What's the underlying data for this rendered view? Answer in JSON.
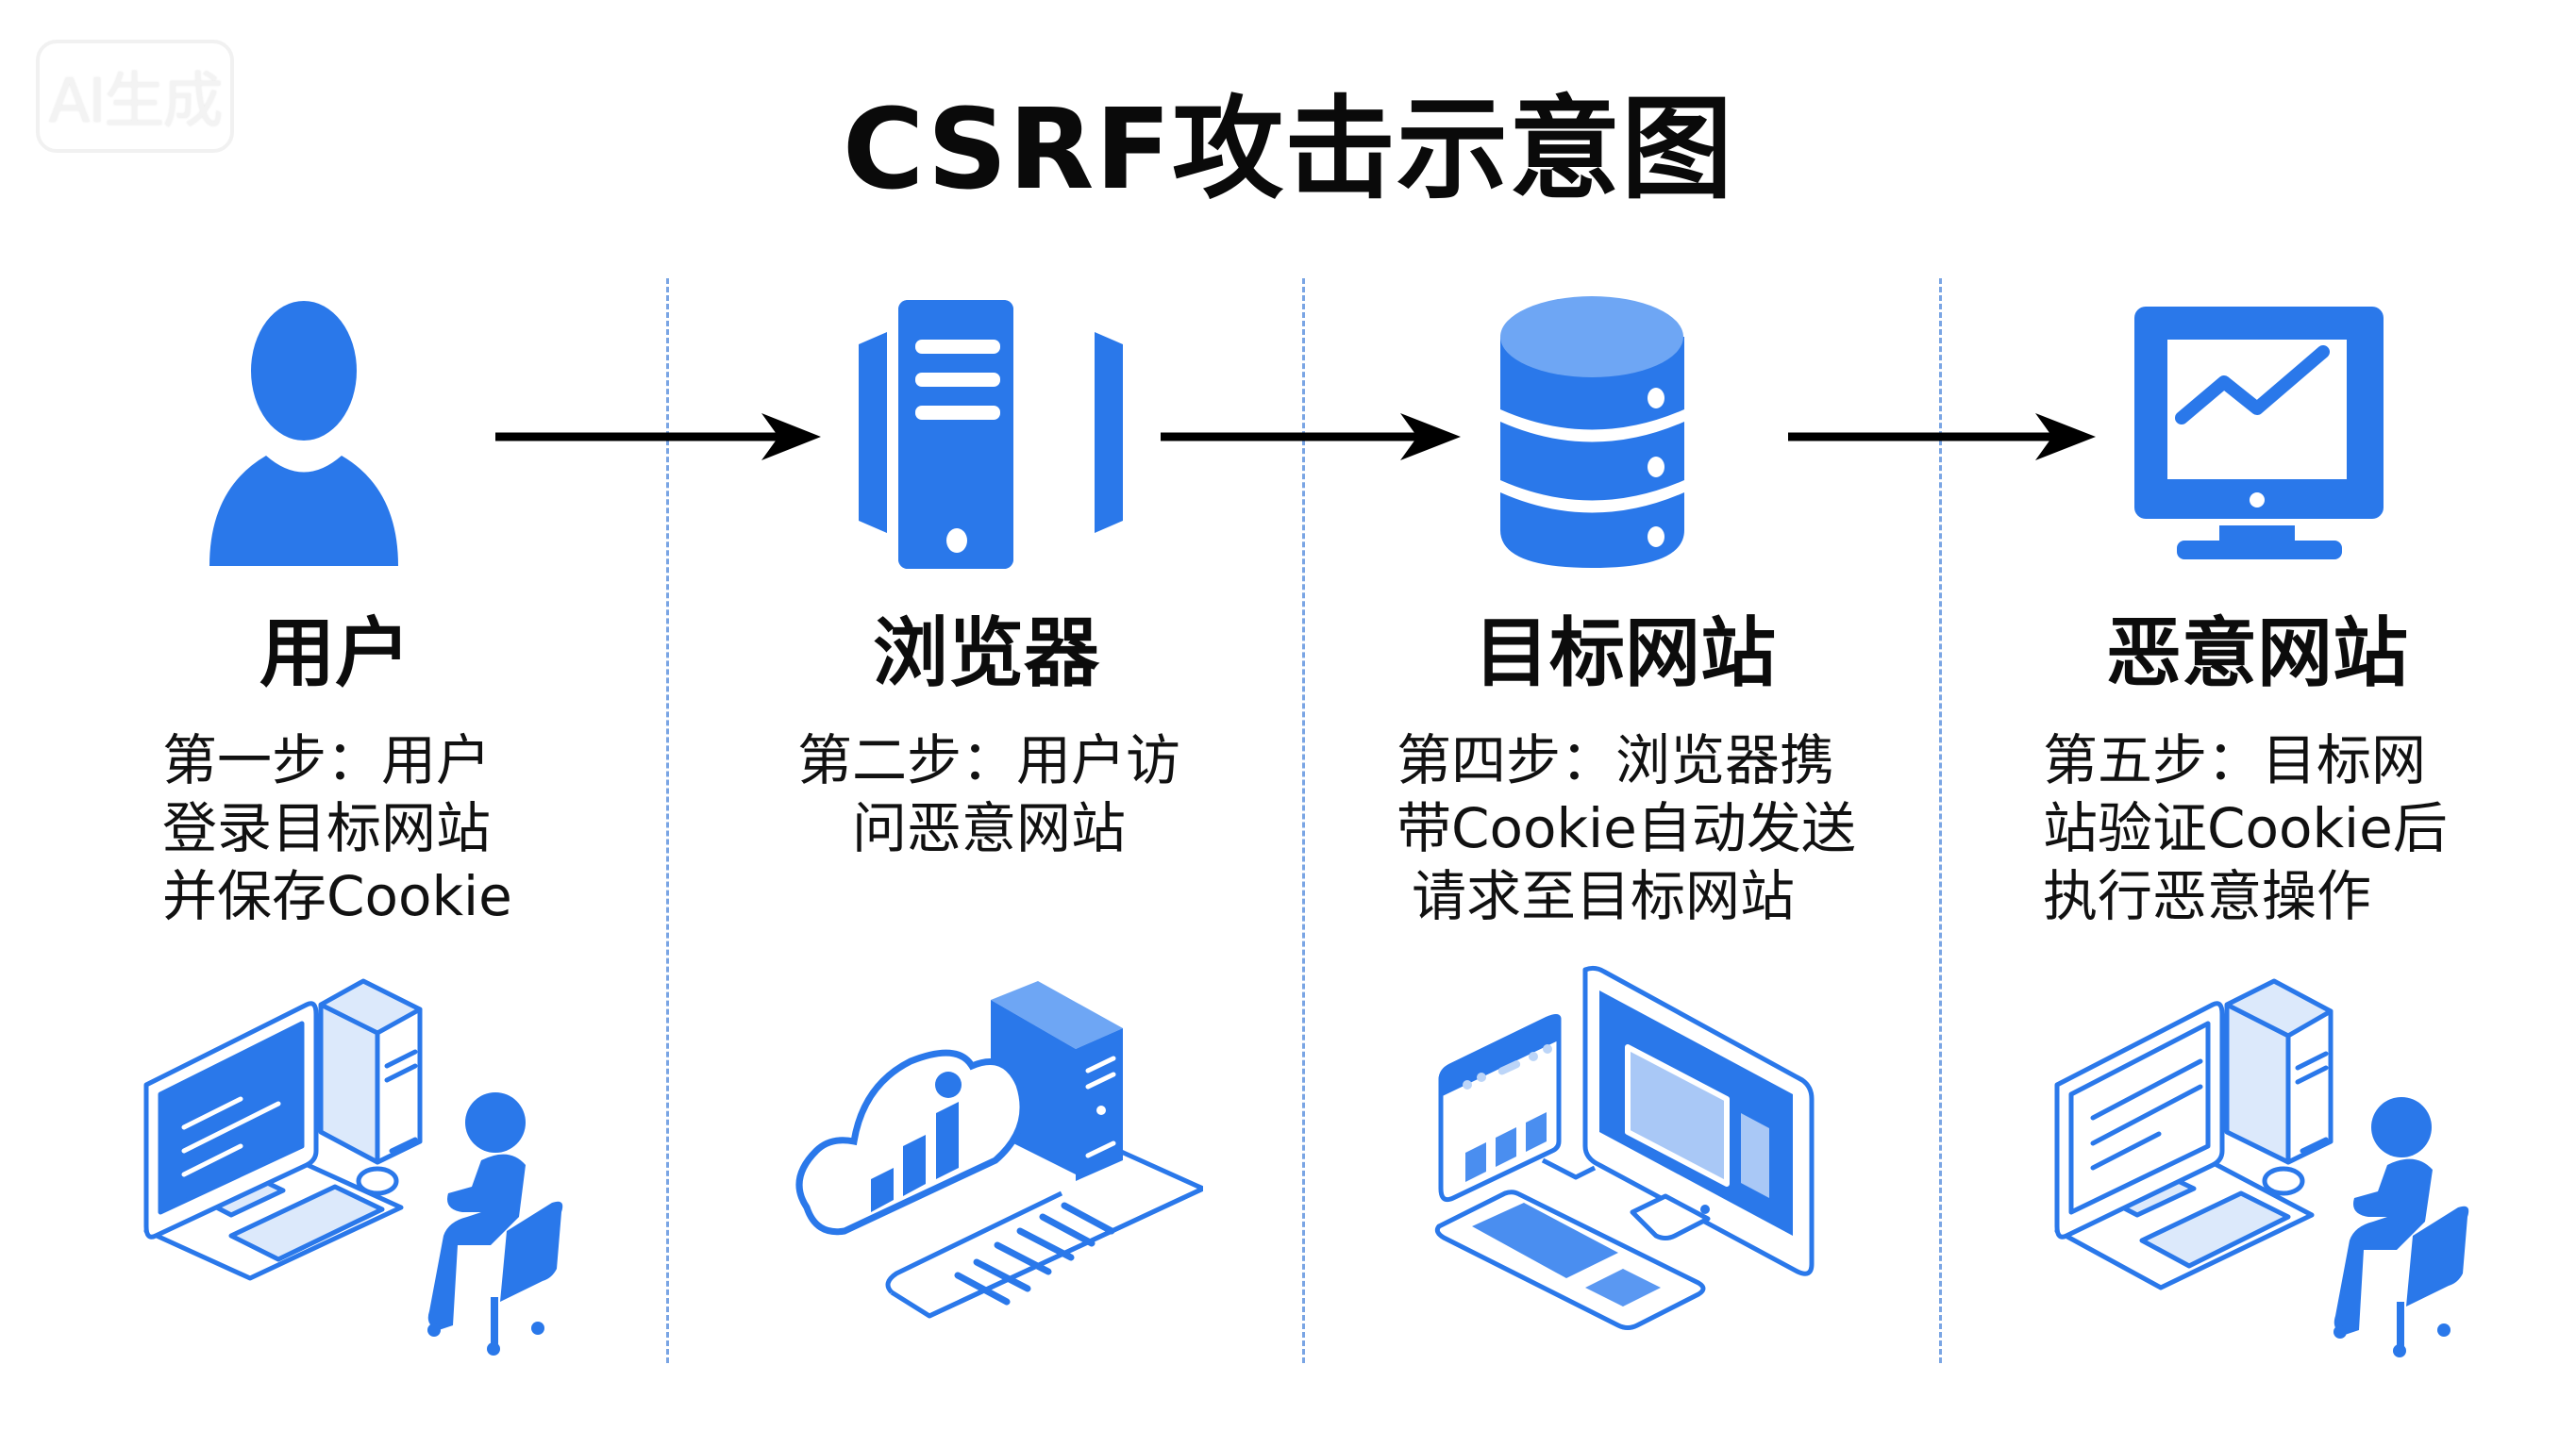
{
  "watermark": "AI生成",
  "title": "CSRF攻击示意图",
  "colors": {
    "primary_blue": "#2a78ea",
    "light_blue": "#6ea6f4",
    "pale_blue": "#dce9fb",
    "divider": "#7aa5e4",
    "arrow": "#000000",
    "text": "#111111"
  },
  "columns": [
    {
      "heading": "用户",
      "icon": "user-icon",
      "description": [
        "第一步：用户",
        "登录目标网站",
        "并保存Cookie"
      ],
      "illustration": "person-at-desktop-illustration"
    },
    {
      "heading": "浏览器",
      "icon": "browser-server-icon",
      "description": [
        "第二步：用户访",
        "问恶意网站"
      ],
      "illustration": "cloud-server-data-illustration"
    },
    {
      "heading": "目标网站",
      "icon": "database-icon",
      "description": [
        "第四步：浏览器携",
        "带Cookie自动发送",
        "请求至目标网站"
      ],
      "illustration": "web-monitor-keyboard-illustration"
    },
    {
      "heading": "恶意网站",
      "icon": "monitor-chart-icon",
      "description": [
        "第五步：目标网",
        "站验证Cookie后",
        "执行恶意操作"
      ],
      "illustration": "person-at-desktop-illustration"
    }
  ],
  "arrows": [
    {
      "from": "用户",
      "to": "浏览器"
    },
    {
      "from": "浏览器",
      "to": "目标网站"
    },
    {
      "from": "目标网站",
      "to": "恶意网站"
    }
  ]
}
